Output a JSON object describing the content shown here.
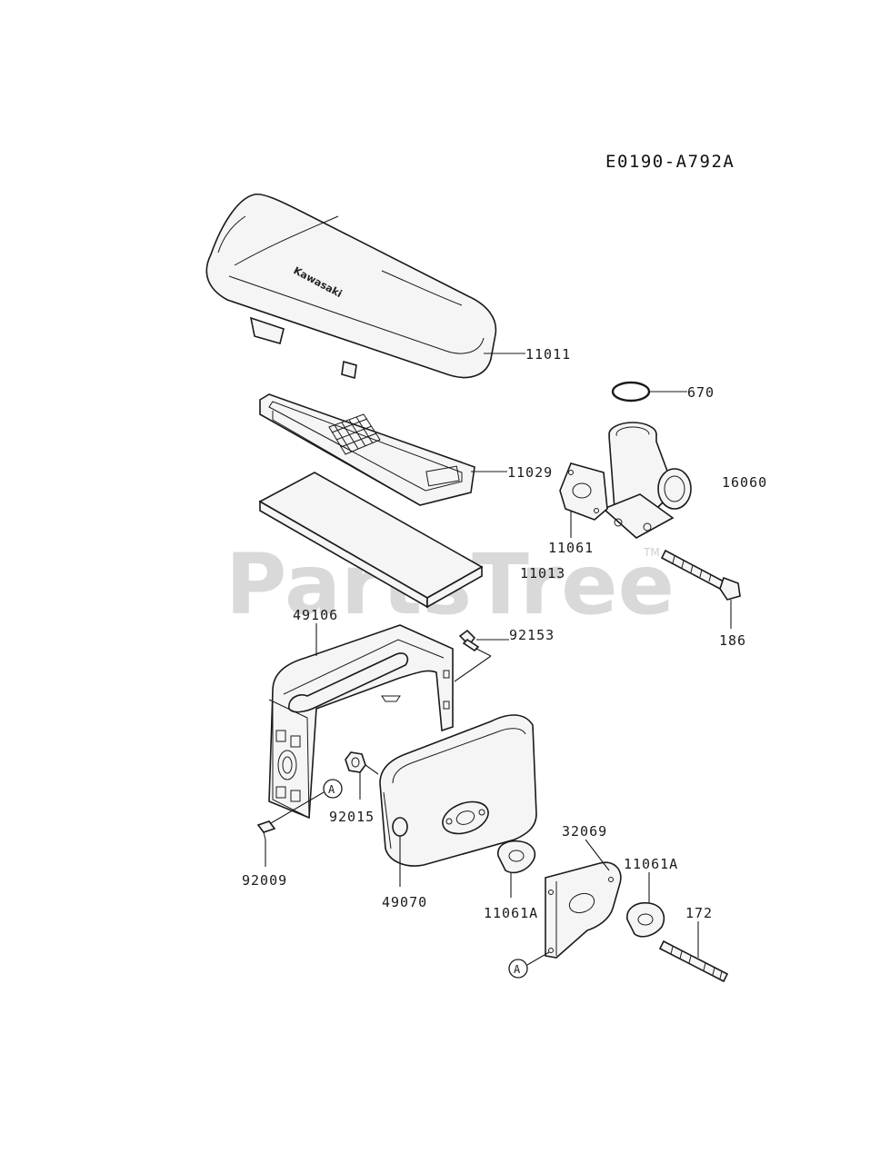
{
  "diagram_code": "E0190-A792A",
  "watermark": {
    "text": "PartsTree",
    "trademark": "TM"
  },
  "cover_logo": "Kawasaki",
  "callouts": {
    "ref_a_1": "A",
    "ref_a_2": "A"
  },
  "parts": {
    "p11011": "11011",
    "p670": "670",
    "p16060": "16060",
    "p11029": "11029",
    "p11061": "11061",
    "p11013": "11013",
    "p186": "186",
    "p49106": "49106",
    "p92153": "92153",
    "p92015": "92015",
    "p92009": "92009",
    "p49070": "49070",
    "p32069": "32069",
    "p11061A_1": "11061A",
    "p11061A_2": "11061A",
    "p172": "172"
  }
}
